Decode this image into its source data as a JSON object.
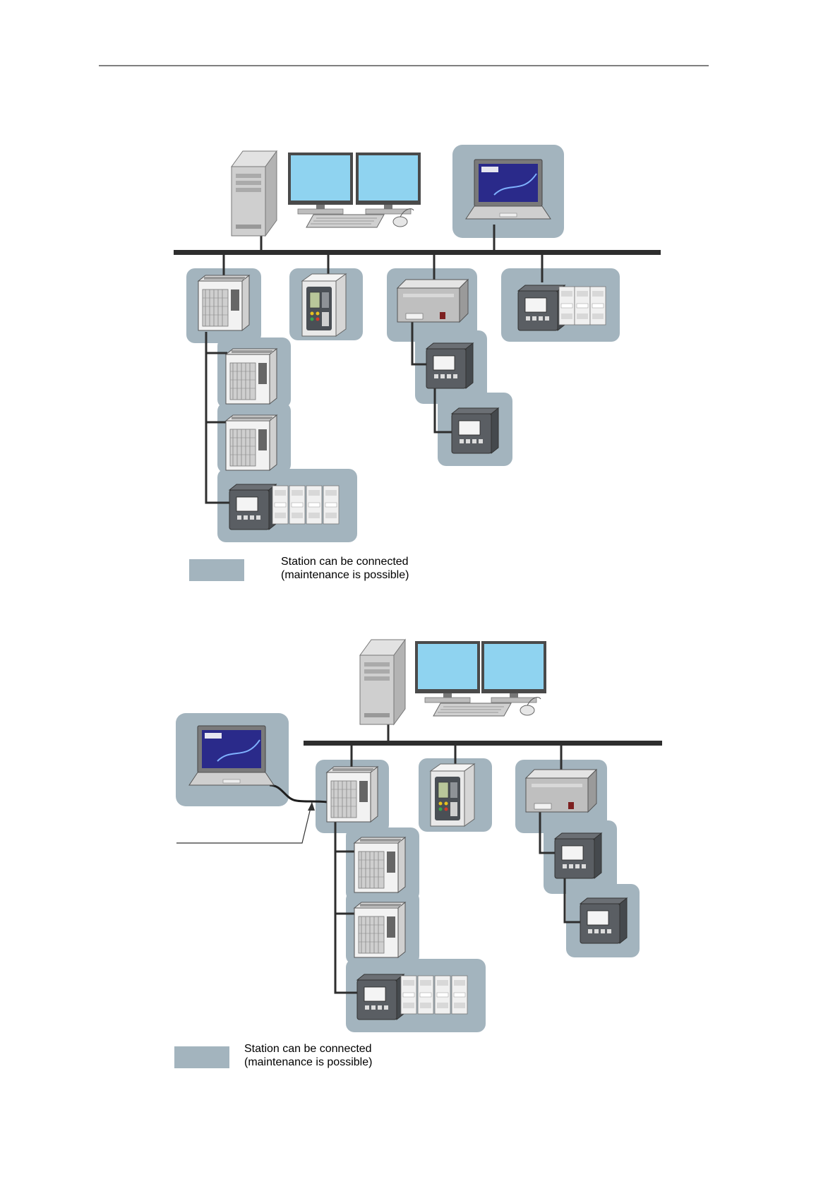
{
  "colors": {
    "station_fill": "#a3b4be",
    "bus": "#2e2e2e",
    "monitor_screen": "#8fd3f0",
    "laptop_screen": "#2a2a8a"
  },
  "figures": [
    {
      "legend": {
        "line1": "Station can be connected",
        "line2": "(maintenance is possible)"
      }
    },
    {
      "legend": {
        "line1": "Station can be connected",
        "line2": "(maintenance is possible)"
      }
    }
  ]
}
